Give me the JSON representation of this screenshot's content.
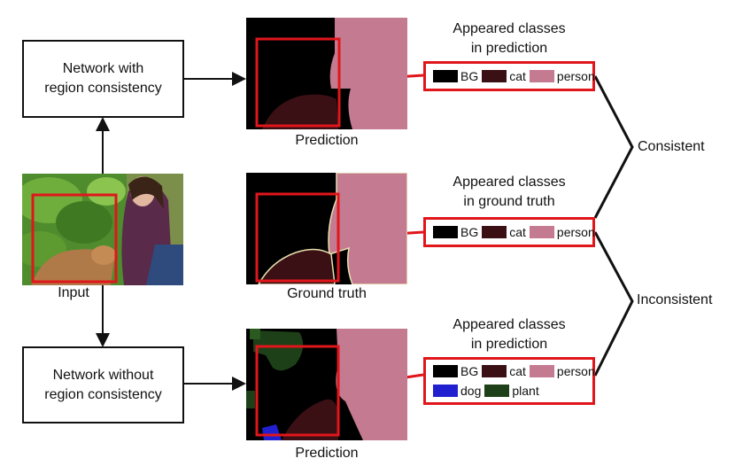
{
  "input_label": "Input",
  "boxes": {
    "with": [
      "Network with",
      "region consistency"
    ],
    "without": [
      "Network without",
      "region consistency"
    ]
  },
  "captions": {
    "pred_top": "Prediction",
    "gt": "Ground truth",
    "pred_bottom": "Prediction"
  },
  "legends": [
    {
      "title": [
        "Appeared classes",
        "in prediction"
      ],
      "items": [
        {
          "label": "BG",
          "color": "#000000"
        },
        {
          "label": "cat",
          "color": "#3a1015"
        },
        {
          "label": "person",
          "color": "#c47a90"
        }
      ]
    },
    {
      "title": [
        "Appeared classes",
        "in ground truth"
      ],
      "items": [
        {
          "label": "BG",
          "color": "#000000"
        },
        {
          "label": "cat",
          "color": "#3a1015"
        },
        {
          "label": "person",
          "color": "#c47a90"
        }
      ]
    },
    {
      "title": [
        "Appeared classes",
        "in prediction"
      ],
      "items": [
        {
          "label": "BG",
          "color": "#000000"
        },
        {
          "label": "cat",
          "color": "#3a1015"
        },
        {
          "label": "person",
          "color": "#c47a90"
        },
        {
          "label": "dog",
          "color": "#2020d0"
        },
        {
          "label": "plant",
          "color": "#1e4018"
        }
      ]
    }
  ],
  "relations": {
    "consistent": "Consistent",
    "inconsistent": "Inconsistent"
  },
  "colors": {
    "highlight": "#e0161b",
    "bg_class": "#000000",
    "cat": "#3a1015",
    "person": "#c47a90",
    "dog": "#2020d0",
    "plant": "#1e4018"
  }
}
